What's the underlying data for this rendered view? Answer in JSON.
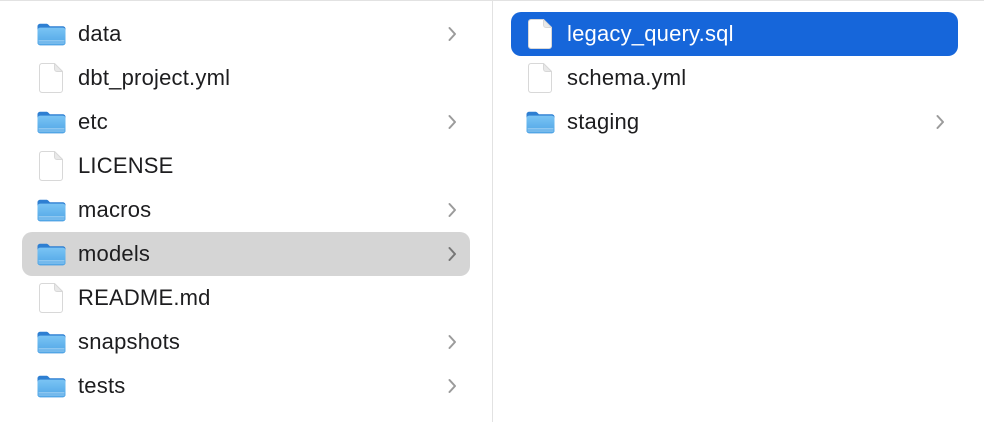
{
  "app": {
    "view": "Finder column browser"
  },
  "colors": {
    "selection_active": "#1666da",
    "selection_inactive": "#d5d5d5",
    "divider": "#e2e2e2",
    "text": "#1d1d1f",
    "text_selected": "#ffffff",
    "chevron": "#9b9b9b",
    "folder_blue_top": "#2e7fd2",
    "folder_blue_light": "#7ac4f4",
    "folder_blue_dark": "#4fa5e6"
  },
  "columns": [
    {
      "name": "parent-directory",
      "items": [
        {
          "label": "data",
          "icon": "folder",
          "chevron": true,
          "selected": "none"
        },
        {
          "label": "dbt_project.yml",
          "icon": "document",
          "chevron": false,
          "selected": "none"
        },
        {
          "label": "etc",
          "icon": "folder",
          "chevron": true,
          "selected": "none"
        },
        {
          "label": "LICENSE",
          "icon": "document",
          "chevron": false,
          "selected": "none"
        },
        {
          "label": "macros",
          "icon": "folder",
          "chevron": true,
          "selected": "none"
        },
        {
          "label": "models",
          "icon": "folder",
          "chevron": true,
          "selected": "inactive"
        },
        {
          "label": "README.md",
          "icon": "document",
          "chevron": false,
          "selected": "none"
        },
        {
          "label": "snapshots",
          "icon": "folder",
          "chevron": true,
          "selected": "none"
        },
        {
          "label": "tests",
          "icon": "folder",
          "chevron": true,
          "selected": "none"
        }
      ]
    },
    {
      "name": "models-directory",
      "items": [
        {
          "label": "legacy_query.sql",
          "icon": "document",
          "chevron": false,
          "selected": "active"
        },
        {
          "label": "schema.yml",
          "icon": "document",
          "chevron": false,
          "selected": "none"
        },
        {
          "label": "staging",
          "icon": "folder",
          "chevron": true,
          "selected": "none"
        }
      ]
    }
  ]
}
